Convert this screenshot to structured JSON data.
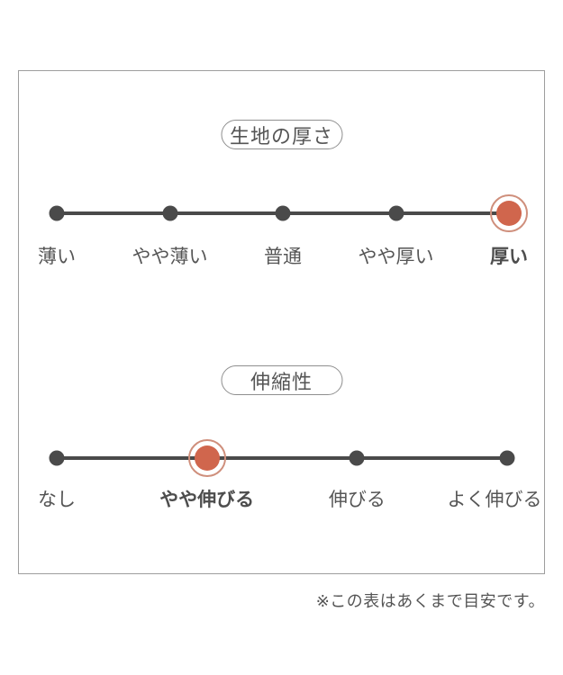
{
  "page": {
    "footnote": "※この表はあくまで目安です。"
  },
  "colors": {
    "ink": "#4a4a4a",
    "text": "#555555",
    "accent": "#d0664d",
    "accent_ring": "#cf8f7c",
    "panel_border": "#9e9e9e"
  },
  "chart_data": [
    {
      "type": "scale",
      "title": "生地の厚さ",
      "options": [
        "薄い",
        "やや薄い",
        "普通",
        "やや厚い",
        "厚い"
      ],
      "selected": "厚い",
      "selected_index": 4,
      "num_steps": 5,
      "legend_position": "top-center-pill",
      "marker": "orange-dot-with-ring"
    },
    {
      "type": "scale",
      "title": "伸縮性",
      "options": [
        "なし",
        "やや伸びる",
        "伸びる",
        "よく伸びる"
      ],
      "selected": "やや伸びる",
      "selected_index": 1,
      "num_steps": 4,
      "legend_position": "top-center-pill",
      "marker": "orange-dot-with-ring"
    }
  ]
}
